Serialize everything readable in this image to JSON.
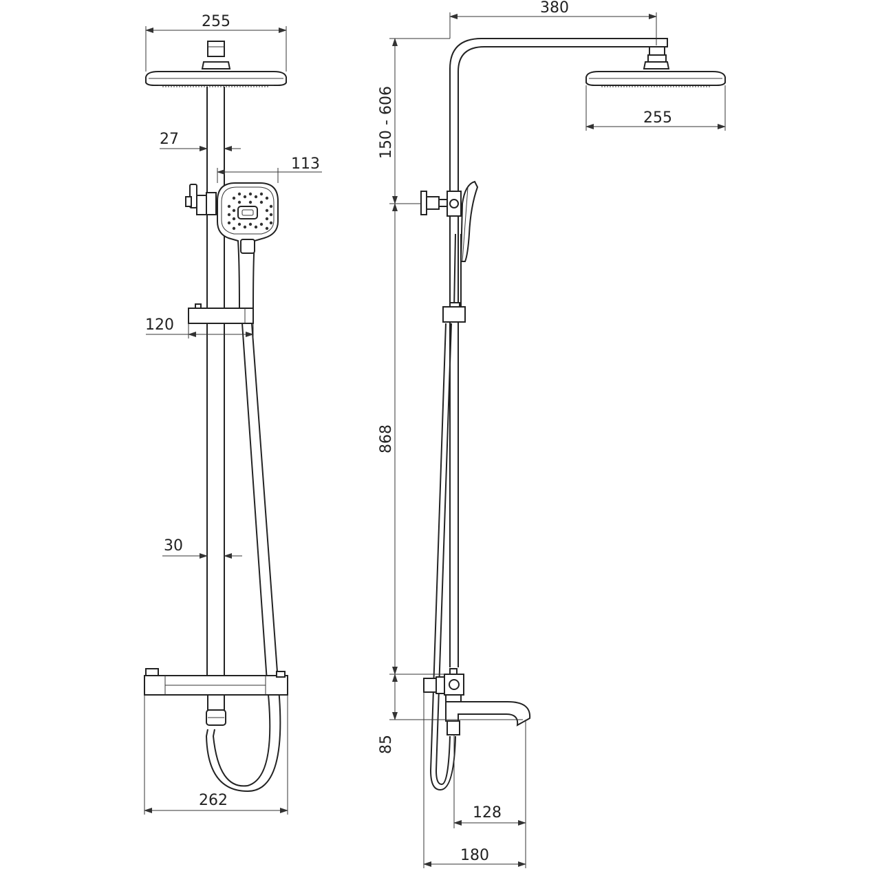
{
  "dimensions": {
    "front_head_width": "255",
    "rail_diameter_top": "27",
    "handshower_width": "113",
    "shelf_depth": "120",
    "rail_diameter_bottom": "30",
    "thermostat_width": "262",
    "arm_reach": "380",
    "side_head_width": "255",
    "height_adjust": "150 - 606",
    "rail_height": "868",
    "outlet_height": "85",
    "spout_projection": "128",
    "total_depth": "180"
  }
}
